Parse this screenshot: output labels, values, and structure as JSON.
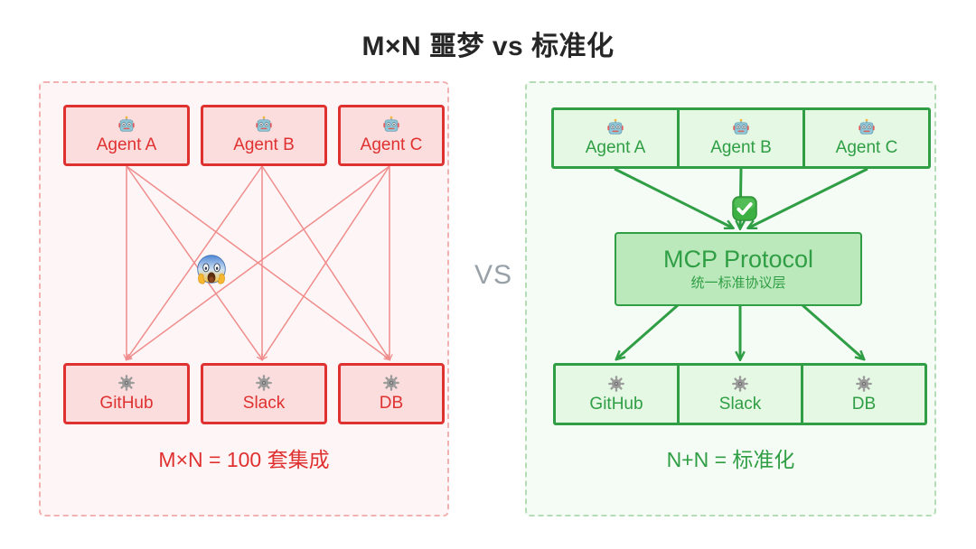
{
  "title": "M×N 噩梦 vs 标准化",
  "vs_label": "VS",
  "colors": {
    "red_accent": "#e03131",
    "red_line": "#f08c8c",
    "red_box_fill": "#fbdddd",
    "red_panel_fill": "#fef6f6",
    "red_panel_border": "#f3b1b1",
    "green_accent": "#2f9e44",
    "green_box_fill": "#e4f8e4",
    "green_protocol_fill": "#bce9bc",
    "green_panel_fill": "#f5fcf5",
    "green_panel_border": "#b5ddb5",
    "vs_gray": "#99a1a8",
    "title_color": "#262626"
  },
  "left_panel": {
    "agents": [
      {
        "label": "Agent A",
        "icon": "robot-icon"
      },
      {
        "label": "Agent B",
        "icon": "robot-icon"
      },
      {
        "label": "Agent C",
        "icon": "robot-icon"
      }
    ],
    "services": [
      {
        "label": "GitHub",
        "icon": "gear-icon"
      },
      {
        "label": "Slack",
        "icon": "gear-icon"
      },
      {
        "label": "DB",
        "icon": "gear-icon"
      }
    ],
    "center_icon": "scream-face-emoji",
    "caption": "M×N = 100 套集成"
  },
  "right_panel": {
    "agents": [
      {
        "label": "Agent A",
        "icon": "robot-icon"
      },
      {
        "label": "Agent B",
        "icon": "robot-icon"
      },
      {
        "label": "Agent C",
        "icon": "robot-icon"
      }
    ],
    "protocol": {
      "title": "MCP Protocol",
      "subtitle": "统一标准协议层",
      "icon": "check-mark-emoji"
    },
    "services": [
      {
        "label": "GitHub",
        "icon": "gear-icon"
      },
      {
        "label": "Slack",
        "icon": "gear-icon"
      },
      {
        "label": "DB",
        "icon": "gear-icon"
      }
    ],
    "caption": "N+N = 标准化"
  }
}
